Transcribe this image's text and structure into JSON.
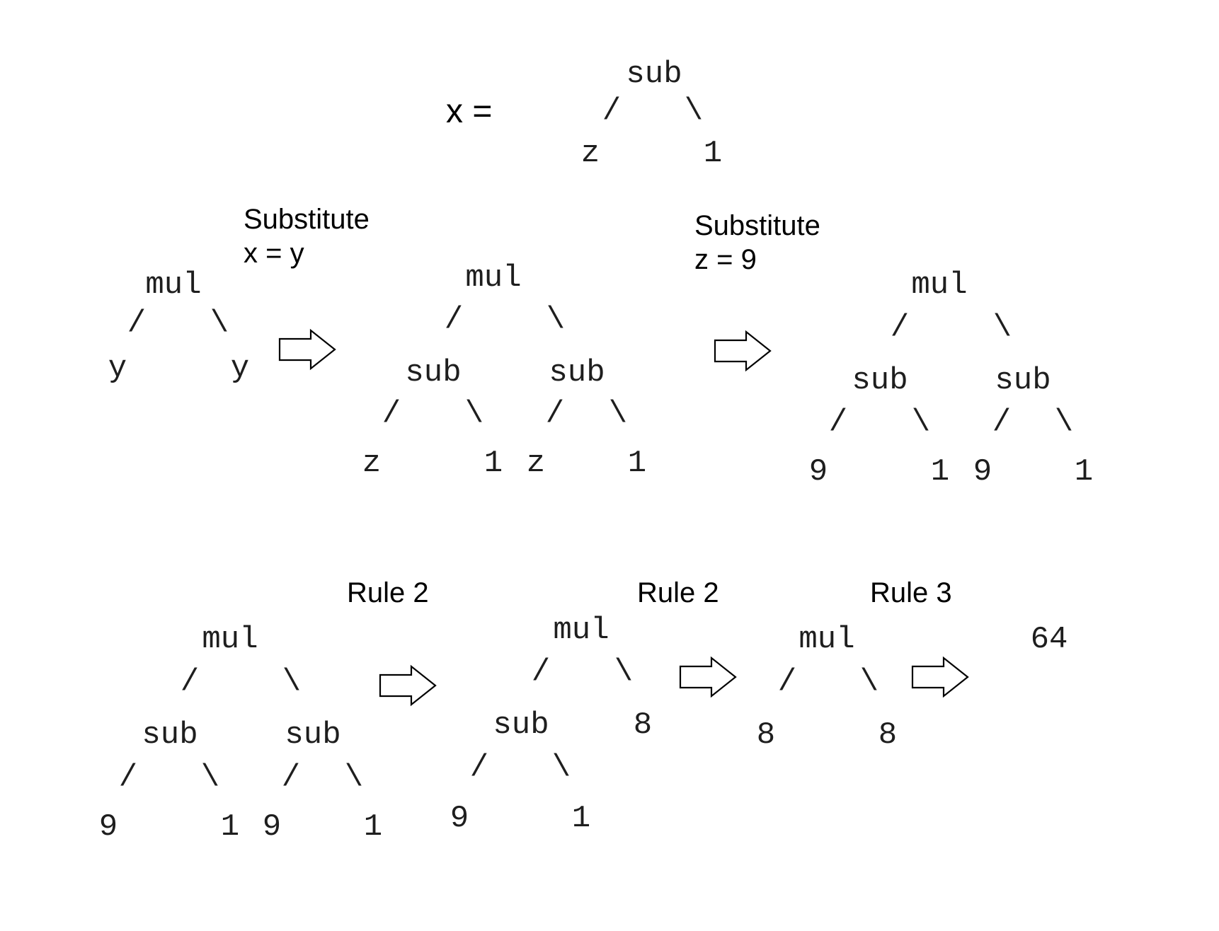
{
  "definition": {
    "lhs": "x =",
    "tree": {
      "root": "sub",
      "left": "/",
      "right": "\\",
      "left_child": "z",
      "right_child": "1"
    }
  },
  "steps": {
    "step1": {
      "tree": {
        "root": "mul",
        "left": "/",
        "right": "\\",
        "left_child": "y",
        "right_child": "y"
      },
      "transition": {
        "line1": "Substitute",
        "line2": "x = y"
      }
    },
    "step2": {
      "tree": {
        "root": "mul",
        "left": "/",
        "right": "\\",
        "left_child": {
          "root": "sub",
          "left": "/",
          "right": "\\",
          "left_child": "z",
          "right_child": "1"
        },
        "right_child": {
          "root": "sub",
          "left": "/",
          "right": "\\",
          "left_child": "z",
          "right_child": "1"
        }
      },
      "transition": {
        "line1": "Substitute",
        "line2": "z = 9"
      }
    },
    "step3": {
      "tree": {
        "root": "mul",
        "left": "/",
        "right": "\\",
        "left_child": {
          "root": "sub",
          "left": "/",
          "right": "\\",
          "left_child": "9",
          "right_child": "1"
        },
        "right_child": {
          "root": "sub",
          "left": "/",
          "right": "\\",
          "left_child": "9",
          "right_child": "1"
        }
      }
    },
    "step4": {
      "tree": {
        "root": "mul",
        "left": "/",
        "right": "\\",
        "left_child": {
          "root": "sub",
          "left": "/",
          "right": "\\",
          "left_child": "9",
          "right_child": "1"
        },
        "right_child": {
          "root": "sub",
          "left": "/",
          "right": "\\",
          "left_child": "9",
          "right_child": "1"
        }
      },
      "transition": {
        "label": "Rule 2"
      }
    },
    "step5": {
      "tree": {
        "root": "mul",
        "left": "/",
        "right": "\\",
        "left_child": {
          "root": "sub",
          "left": "/",
          "right": "\\",
          "left_child": "9",
          "right_child": "1"
        },
        "right_child": "8"
      },
      "transition": {
        "label": "Rule 2"
      }
    },
    "step6": {
      "tree": {
        "root": "mul",
        "left": "/",
        "right": "\\",
        "left_child": "8",
        "right_child": "8"
      },
      "transition": {
        "label": "Rule 3"
      }
    },
    "step7": {
      "result": "64"
    }
  },
  "colors": {
    "tree_text": "#1e1e1e",
    "label_text": "#000000",
    "arrow_fill": "#ffffff",
    "arrow_stroke": "#000000"
  }
}
